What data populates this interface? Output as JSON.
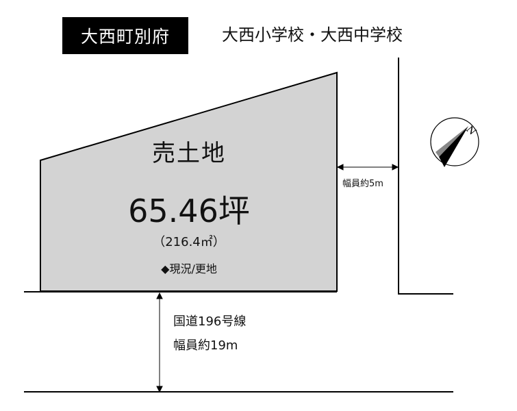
{
  "location_label": "大西町別府",
  "school_district": "大西小学校・大西中学校",
  "lot": {
    "title": "売土地",
    "area_tsubo": "65.46坪",
    "area_m2": "（216.4㎡）",
    "status": "◆現況/更地",
    "fill_color": "#d3d3d3"
  },
  "side_road": {
    "width_label": "幅員約5m"
  },
  "main_road": {
    "name": "国道196号線",
    "width_label": "幅員約19m"
  },
  "compass": {
    "letter": "N"
  }
}
